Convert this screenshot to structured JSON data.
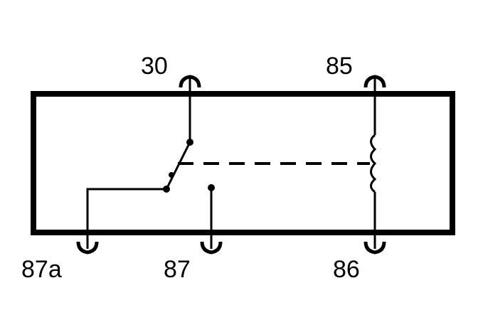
{
  "diagram": {
    "terminals": {
      "t30": "30",
      "t85": "85",
      "t87a": "87a",
      "t87": "87",
      "t86": "86"
    },
    "colors": {
      "line": "#000000",
      "background": "#ffffff"
    }
  }
}
